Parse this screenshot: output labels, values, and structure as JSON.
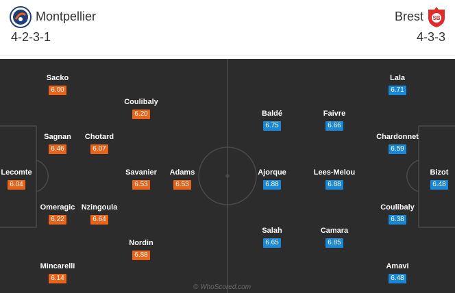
{
  "home": {
    "name": "Montpellier",
    "formation": "4-2-3-1",
    "color": "#e8641b",
    "logo_icon": "montpellier-crest-icon",
    "players": [
      {
        "name": "Sacko",
        "rating": "6.00"
      },
      {
        "name": "Coulibaly",
        "rating": "6.20"
      },
      {
        "name": "Sagnan",
        "rating": "6.46"
      },
      {
        "name": "Chotard",
        "rating": "6.07"
      },
      {
        "name": "Lecomte",
        "rating": "6.04"
      },
      {
        "name": "Savanier",
        "rating": "6.53"
      },
      {
        "name": "Adams",
        "rating": "6.53"
      },
      {
        "name": "Omeragic",
        "rating": "6.22"
      },
      {
        "name": "Nzingoula",
        "rating": "6.64"
      },
      {
        "name": "Nordin",
        "rating": "6.88"
      },
      {
        "name": "Mincarelli",
        "rating": "6.14"
      }
    ]
  },
  "away": {
    "name": "Brest",
    "formation": "4-3-3",
    "color": "#1a87d6",
    "logo_icon": "brest-crest-icon",
    "logo_text": "SB",
    "players": [
      {
        "name": "Lala",
        "rating": "6.71"
      },
      {
        "name": "Baldé",
        "rating": "6.75"
      },
      {
        "name": "Faivre",
        "rating": "6.66"
      },
      {
        "name": "Chardonnet",
        "rating": "6.59"
      },
      {
        "name": "Ajorque",
        "rating": "6.88"
      },
      {
        "name": "Lees-Melou",
        "rating": "6.88"
      },
      {
        "name": "Bizot",
        "rating": "6.48"
      },
      {
        "name": "Coulibaly",
        "rating": "6.38"
      },
      {
        "name": "Salah",
        "rating": "6.65"
      },
      {
        "name": "Camara",
        "rating": "6.85"
      },
      {
        "name": "Amavi",
        "rating": "6.48"
      }
    ]
  },
  "pitch_color": "#2c2c2c",
  "watermark": "© WhoScored.com"
}
